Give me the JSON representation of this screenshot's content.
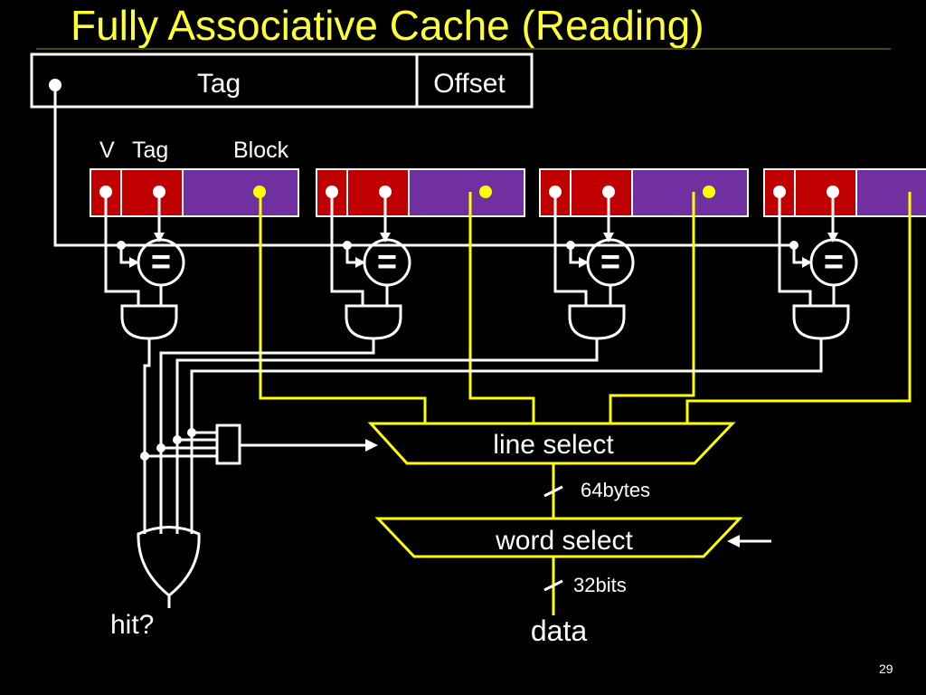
{
  "slide": {
    "title": "Fully Associative Cache (Reading)",
    "page_number": "29"
  },
  "address": {
    "tag_label": "Tag",
    "offset_label": "Offset"
  },
  "line_header": {
    "v_label": "V",
    "tag_label": "Tag",
    "block_label": "Block"
  },
  "comparator_symbol": "=",
  "mux": {
    "line_select_label": "line select",
    "word_select_label": "word select"
  },
  "buses": {
    "line_width_label": "64bytes",
    "word_width_label": "32bits"
  },
  "outputs": {
    "hit_label": "hit?",
    "data_label": "data"
  },
  "colors": {
    "title": "#ffff33",
    "valid_tag_cell": "#c00000",
    "block_cell": "#7030a0",
    "data_wire": "#ffff00",
    "control_wire": "#ffffff",
    "background": "#000000"
  }
}
